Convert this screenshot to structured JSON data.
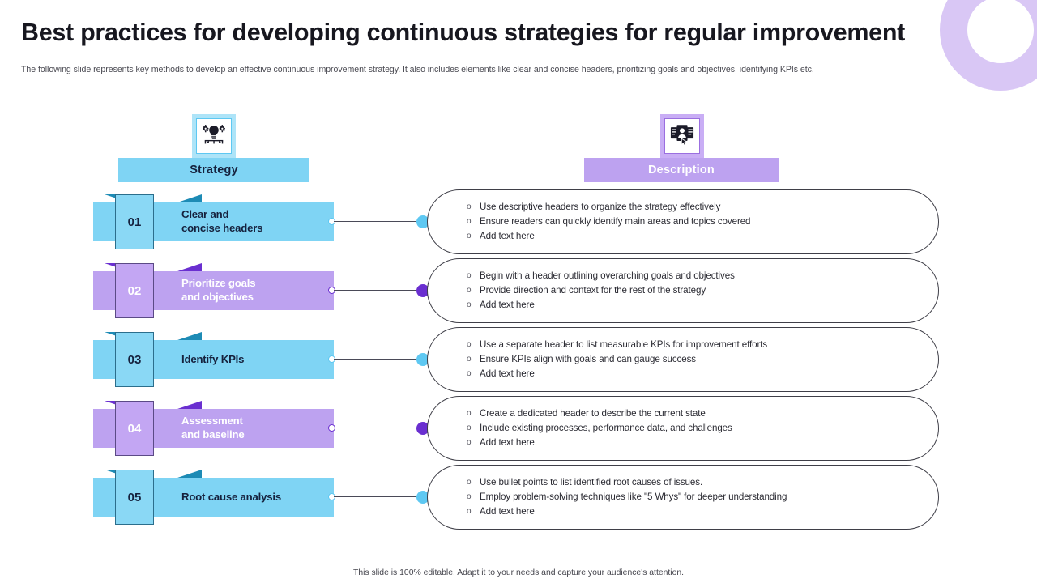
{
  "header": {
    "title": "Best practices for developing continuous strategies for regular improvement",
    "subtitle": "The following slide represents key methods to develop an effective continuous improvement strategy. It also includes elements like clear and concise headers, prioritizing goals and objectives, identifying KPIs etc."
  },
  "columns": {
    "strategy": {
      "label": "Strategy",
      "icon": "lightbulb-gears-icon",
      "accent": "#7fd4f4"
    },
    "description": {
      "label": "Description",
      "icon": "profile-cards-cursor-icon",
      "accent": "#bda2f0"
    }
  },
  "theme": {
    "blue_bar": "#7fd4f4",
    "blue_box": "#8ad8f5",
    "blue_tail": "#1d8bb5",
    "blue_dot": "#5ec8f2",
    "purple_bar": "#bda2f0",
    "purple_box": "#c3a6f3",
    "purple_tail": "#6a2fd0",
    "purple_dot": "#6a2fd0",
    "text_dark": "#15213d",
    "text_light": "#ffffff"
  },
  "rows": [
    {
      "number": "01",
      "label_lines": [
        "Clear and",
        "concise headers"
      ],
      "color": "blue",
      "bullets": [
        "Use descriptive headers to organize the strategy effectively",
        "Ensure readers can quickly identify main areas and topics covered",
        "Add text here"
      ]
    },
    {
      "number": "02",
      "label_lines": [
        "Prioritize goals",
        "and objectives"
      ],
      "color": "purple",
      "bullets": [
        "Begin with a header outlining overarching goals and objectives",
        "Provide direction and context for the rest of the strategy",
        "Add text here"
      ]
    },
    {
      "number": "03",
      "label_lines": [
        "Identify KPIs",
        ""
      ],
      "color": "blue",
      "bullets": [
        "Use a separate header to list measurable KPIs for improvement efforts",
        "Ensure KPIs align with goals and can gauge success",
        "Add text here"
      ]
    },
    {
      "number": "04",
      "label_lines": [
        "Assessment",
        "and baseline"
      ],
      "color": "purple",
      "bullets": [
        "Create a dedicated header to describe the current state",
        "Include existing processes, performance data, and challenges",
        "Add text here"
      ]
    },
    {
      "number": "05",
      "label_lines": [
        "Root cause analysis",
        ""
      ],
      "color": "blue",
      "bullets": [
        "Use bullet points to list identified root causes of issues.",
        "Employ problem-solving techniques like \"5 Whys\" for deeper understanding",
        "Add text here"
      ]
    }
  ],
  "footer": {
    "note": "This slide is 100% editable. Adapt it to your needs and capture your audience's attention."
  },
  "bullet_glyph": "o"
}
